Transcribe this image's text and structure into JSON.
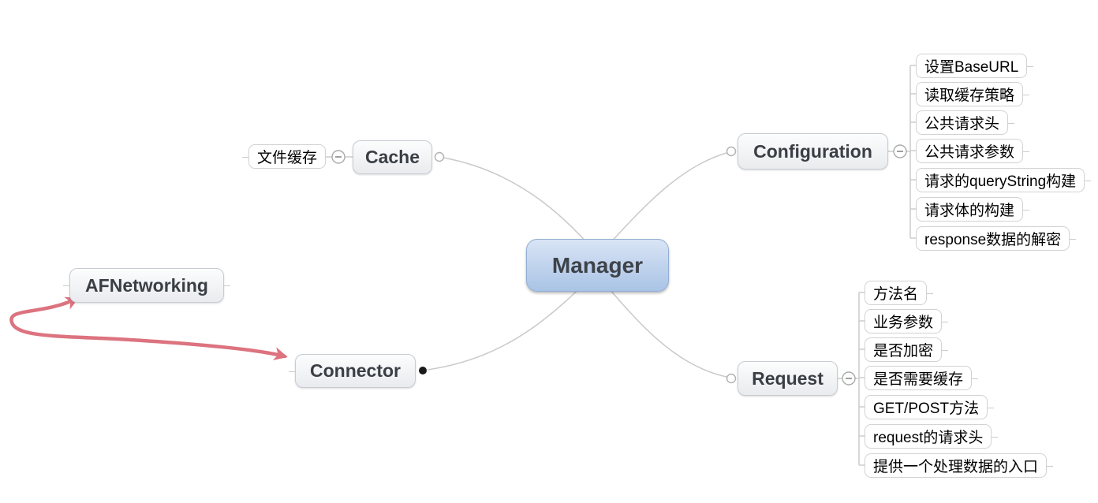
{
  "diagram": {
    "type": "mindmap",
    "root": {
      "label": "Manager"
    },
    "topics": {
      "cache": {
        "label": "Cache",
        "children": [
          "文件缓存"
        ]
      },
      "configuration": {
        "label": "Configuration",
        "children": [
          "设置BaseURL",
          "读取缓存策略",
          "公共请求头",
          "公共请求参数",
          "请求的queryString构建",
          "请求体的构建",
          "response数据的解密"
        ]
      },
      "request": {
        "label": "Request",
        "children": [
          "方法名",
          "业务参数",
          "是否加密",
          "是否需要缓存",
          "GET/POST方法",
          "request的请求头",
          "提供一个处理数据的入口"
        ]
      },
      "connector": {
        "label": "Connector"
      },
      "afnetworking": {
        "label": "AFNetworking"
      }
    },
    "relationship": {
      "from": "Connector",
      "to": "AFNetworking",
      "style": "double-arrow-curve"
    },
    "colors": {
      "root_fill_top": "#d9e5f6",
      "root_fill_bottom": "#a9c4e5",
      "branch_line": "#c9c9c9",
      "relationship_arrow": "#dc737f",
      "collapsed_dot": "#1a1a1a"
    }
  }
}
